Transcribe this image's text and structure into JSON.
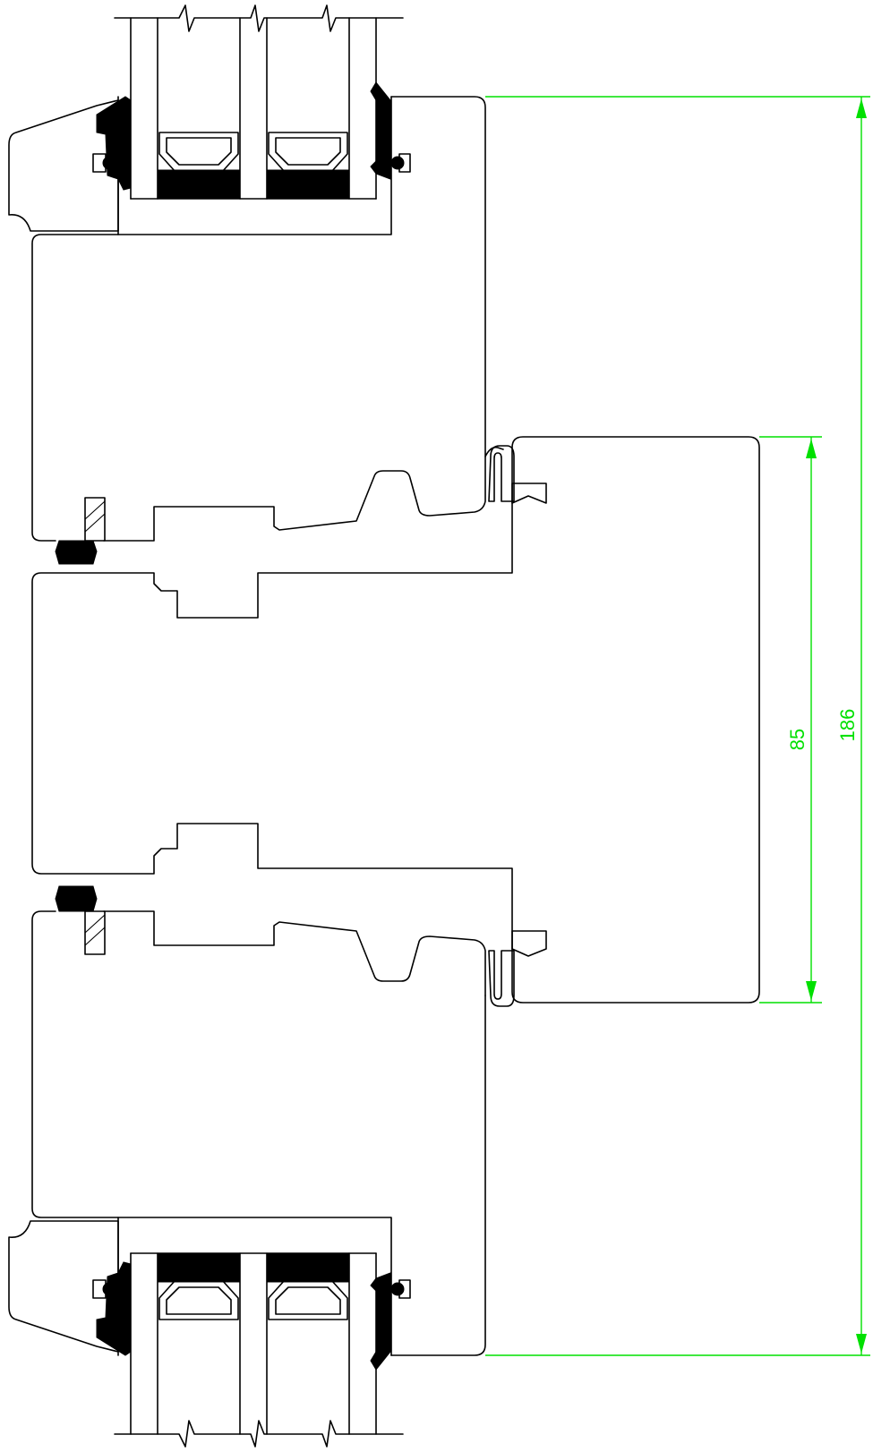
{
  "drawing": {
    "type": "window-sash-section",
    "line_color": "#000000",
    "dimension_color": "#00e000",
    "dimensions": [
      {
        "label": "85"
      },
      {
        "label": "186"
      }
    ]
  }
}
